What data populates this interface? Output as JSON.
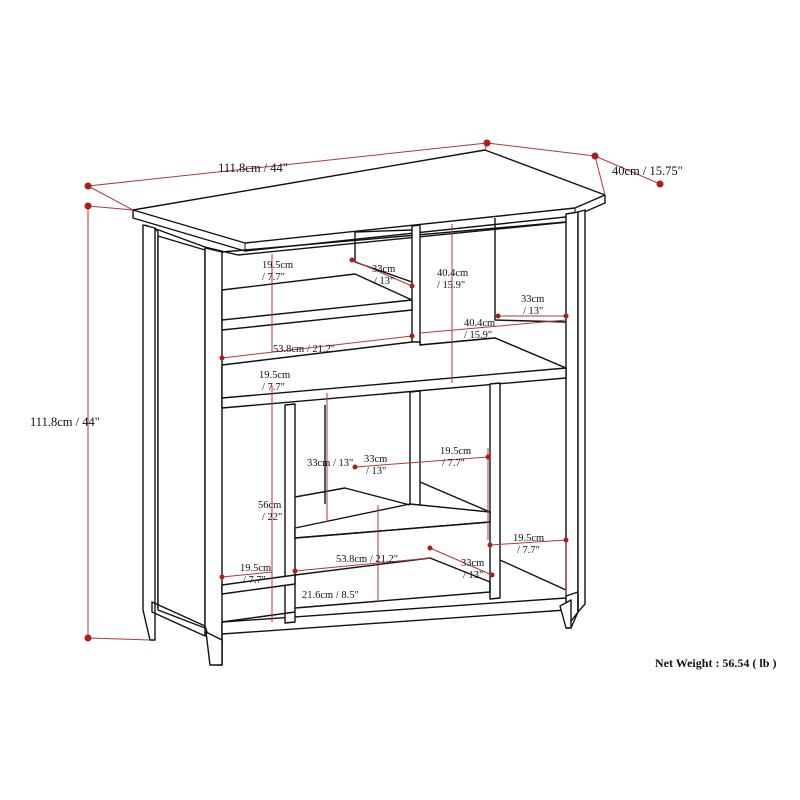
{
  "diagram": {
    "overall_width": "111.8cm / 44\"",
    "overall_depth": "40cm / 15.75\"",
    "overall_height": "111.8cm / 44\"",
    "labels": {
      "upper_left_height": [
        "19.5cm",
        "/ 7.7\""
      ],
      "upper_small_depth": [
        "33cm",
        "/ 13\""
      ],
      "upper_tall_height": [
        "40.4cm",
        "/ 15.9\""
      ],
      "upper_right_depth": [
        "33cm",
        "/ 13\""
      ],
      "upper_right_width": [
        "40.4cm",
        "/ 15.9\""
      ],
      "upper_left_width": "53.8cm / 21.2\"",
      "middle_height": [
        "19.5cm",
        "/ 7.7\""
      ],
      "lower_depth_left": "33cm / 13\"",
      "lower_depth_mid": [
        "33cm",
        "/ 13\""
      ],
      "lower_height_right": [
        "19.5cm",
        "/ 7.7\""
      ],
      "lower_tall_height": [
        "56cm",
        "/ 22\""
      ],
      "bottom_left_height": [
        "19.5cm",
        "/ 7.7\""
      ],
      "bottom_width": "53.8cm / 21.2\"",
      "bottom_depth": [
        "33cm",
        "/ 13\""
      ],
      "bottom_right_height": [
        "19.5cm",
        "/ 7.7\""
      ],
      "bottom_inner_width": "21.6cm / 8.5\""
    },
    "net_weight": "Net Weight : 56.54 ( lb )"
  },
  "colors": {
    "dimension_line": "#b23a3a",
    "outline": "#111111"
  }
}
